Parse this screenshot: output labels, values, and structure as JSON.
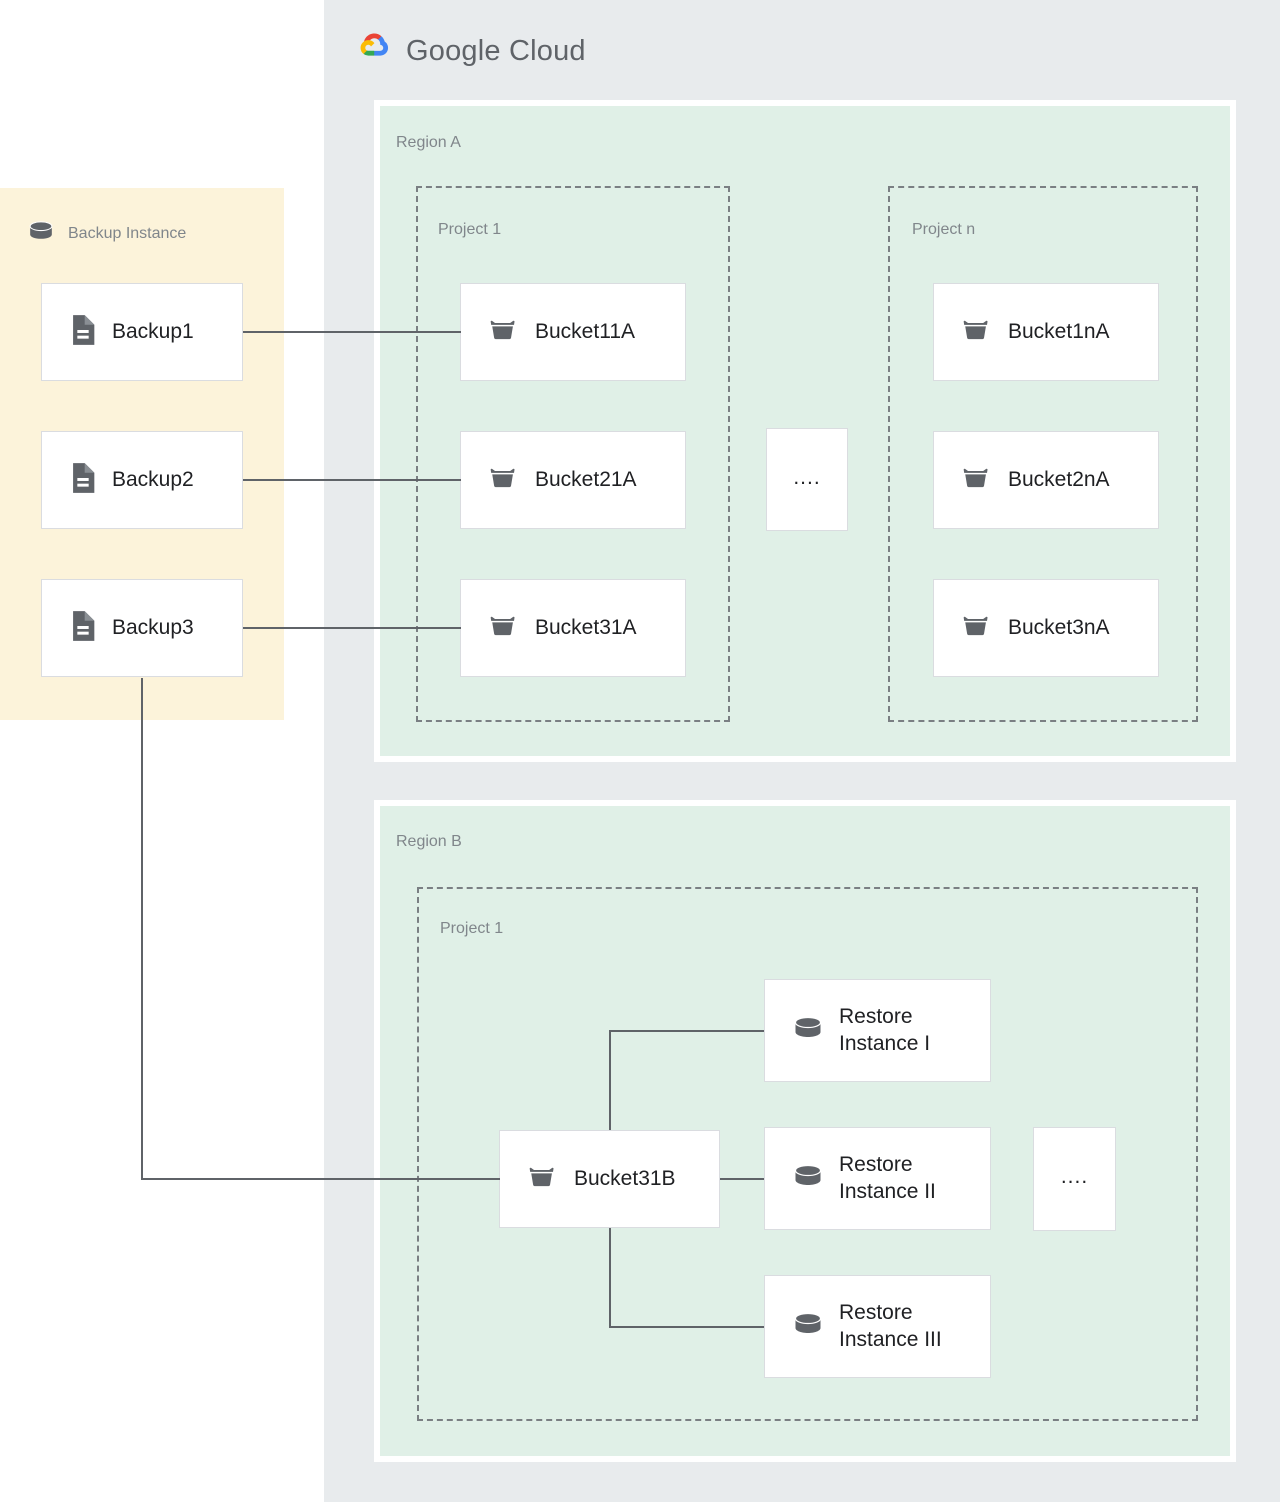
{
  "brand": {
    "name_part1": "Google",
    "name_part2": "Cloud",
    "logo_icon": "google-cloud-logo-icon",
    "colors": {
      "red": "#ea4335",
      "yellow": "#fbbc04",
      "green": "#34a853",
      "blue": "#4285f4",
      "panel_bg": "#e8ebed",
      "region_bg": "#e0f0e7",
      "backup_bg": "#fcf3da",
      "text_gray": "#80868b",
      "text_dark": "#202124",
      "line": "#5f6368"
    }
  },
  "backup_instance": {
    "title": "Backup Instance",
    "icon": "database-cylinder-icon",
    "items": [
      {
        "label": "Backup1",
        "icon": "document-icon"
      },
      {
        "label": "Backup2",
        "icon": "document-icon"
      },
      {
        "label": "Backup3",
        "icon": "document-icon"
      }
    ]
  },
  "regions": [
    {
      "label": "Region A",
      "projects": [
        {
          "label": "Project 1",
          "buckets": [
            {
              "label": "Bucket11A",
              "icon": "bucket-icon"
            },
            {
              "label": "Bucket21A",
              "icon": "bucket-icon"
            },
            {
              "label": "Bucket31A",
              "icon": "bucket-icon"
            }
          ]
        },
        {
          "label": "Project n",
          "buckets": [
            {
              "label": "Bucket1nA",
              "icon": "bucket-icon"
            },
            {
              "label": "Bucket2nA",
              "icon": "bucket-icon"
            },
            {
              "label": "Bucket3nA",
              "icon": "bucket-icon"
            }
          ]
        }
      ],
      "ellipsis": "...."
    },
    {
      "label": "Region B",
      "projects": [
        {
          "label": "Project 1",
          "buckets": [
            {
              "label": "Bucket31B",
              "icon": "bucket-icon"
            }
          ],
          "restore_instances": [
            {
              "label": "Restore\nInstance I",
              "icon": "database-cylinder-icon"
            },
            {
              "label": "Restore\nInstance II",
              "icon": "database-cylinder-icon"
            },
            {
              "label": "Restore\nInstance III",
              "icon": "database-cylinder-icon"
            }
          ]
        }
      ],
      "ellipsis": "...."
    }
  ]
}
